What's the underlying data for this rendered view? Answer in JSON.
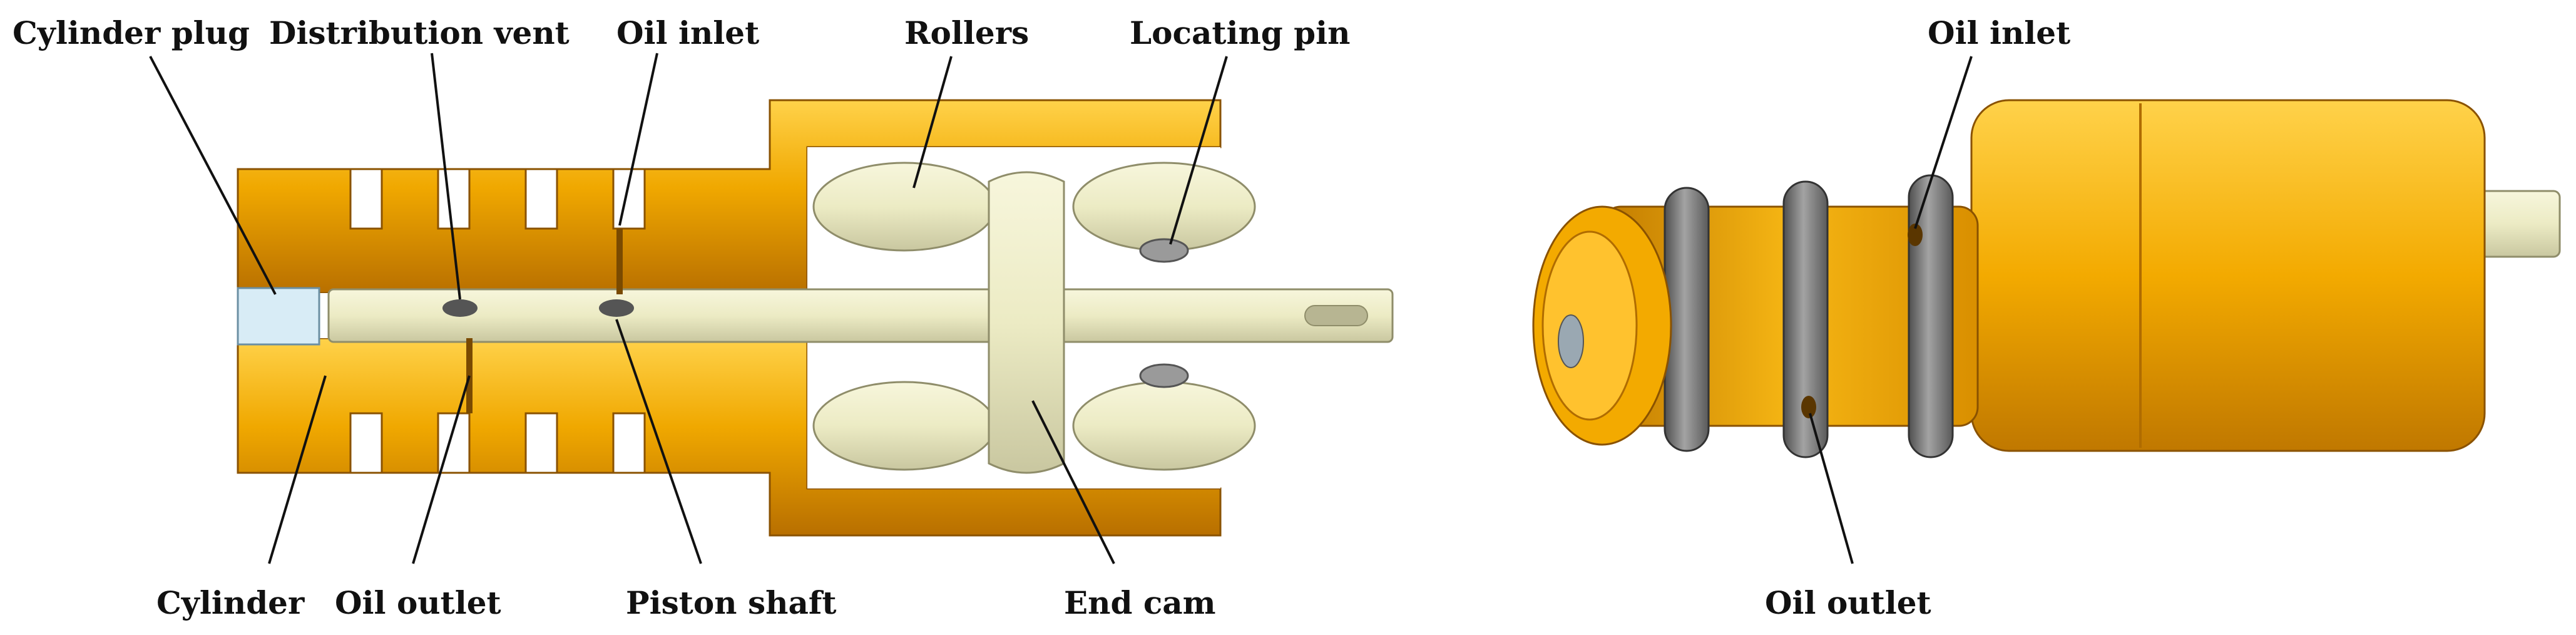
{
  "colors": {
    "body_gold": "#f0a800",
    "body_gold_light": "#ffd24a",
    "body_gold_dark": "#b86f00",
    "shaft_ivory": "#ecebc4",
    "shaft_ivory_dark": "#c9c7a0",
    "ring_gray": "#6e6e6e",
    "ring_gray_light": "#a3a3a3",
    "plug_blue": "#d8ecf6",
    "label_ink": "#111111"
  },
  "left_view": {
    "labels": {
      "cylinder_plug": "Cylinder plug",
      "distribution_vent": "Distribution vent",
      "oil_inlet": "Oil inlet",
      "rollers": "Rollers",
      "locating_pin": "Locating pin",
      "cylinder": "Cylinder",
      "oil_outlet": "Oil outlet",
      "piston_shaft": "Piston shaft",
      "end_cam": "End cam"
    }
  },
  "right_view": {
    "labels": {
      "oil_inlet": "Oil inlet",
      "oil_outlet": "Oil outlet"
    }
  }
}
